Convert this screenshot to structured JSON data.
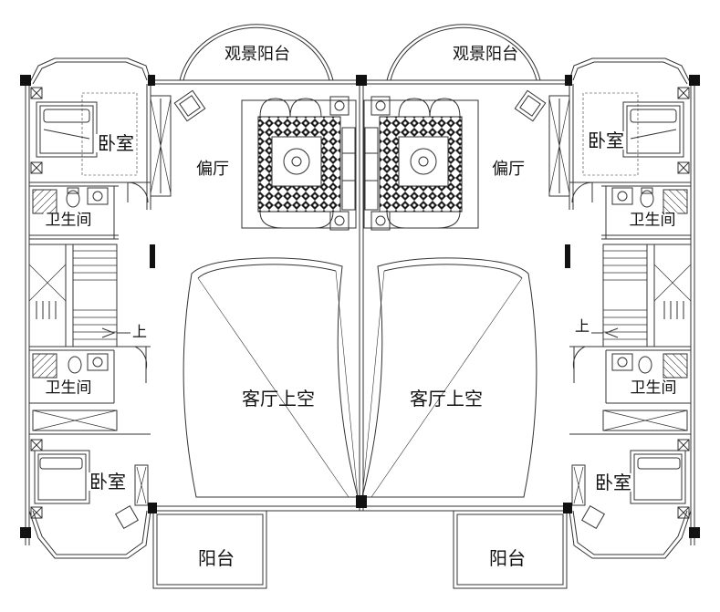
{
  "labels": {
    "balcony_view": "观景阳台",
    "bedroom": "卧室",
    "side_hall": "偏厅",
    "bathroom": "卫生间",
    "up": "上",
    "living_void": "客厅上空",
    "balcony": "阳台"
  },
  "colors": {
    "wall": "#111111",
    "line": "#333333",
    "pattern": "#222222",
    "background": "#ffffff"
  }
}
